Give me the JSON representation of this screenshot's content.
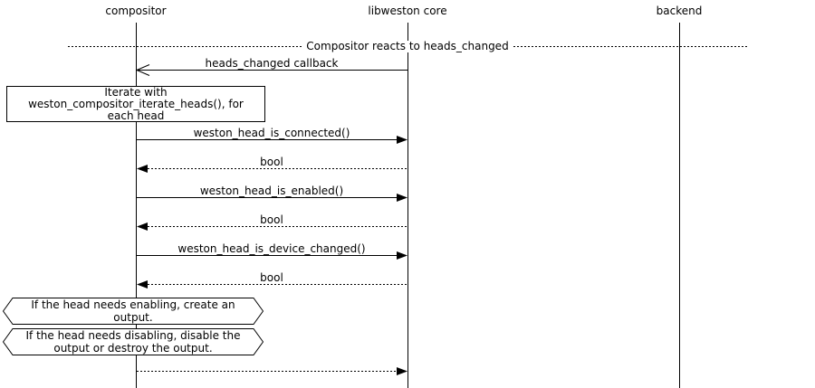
{
  "colors": {
    "background": "#ffffff",
    "line": "#000000",
    "text": "#000000"
  },
  "participants": [
    {
      "label": "compositor"
    },
    {
      "label": "libweston core"
    },
    {
      "label": "backend"
    }
  ],
  "divider": {
    "label": "Compositor reacts to heads_changed"
  },
  "messages": [
    {
      "label": "heads_changed callback",
      "from": "libweston core",
      "to": "compositor",
      "line": "solid",
      "head": "open"
    },
    {
      "label": "weston_head_is_connected()",
      "from": "compositor",
      "to": "libweston core",
      "line": "solid",
      "head": "filled"
    },
    {
      "label": "bool",
      "from": "libweston core",
      "to": "compositor",
      "line": "dotted",
      "head": "filled"
    },
    {
      "label": "weston_head_is_enabled()",
      "from": "compositor",
      "to": "libweston core",
      "line": "solid",
      "head": "filled"
    },
    {
      "label": "bool",
      "from": "libweston core",
      "to": "compositor",
      "line": "dotted",
      "head": "filled"
    },
    {
      "label": "weston_head_is_device_changed()",
      "from": "compositor",
      "to": "libweston core",
      "line": "solid",
      "head": "filled"
    },
    {
      "label": "bool",
      "from": "libweston core",
      "to": "compositor",
      "line": "dotted",
      "head": "filled"
    },
    {
      "label": "",
      "from": "compositor",
      "to": "libweston core",
      "line": "dotted",
      "head": "filled"
    }
  ],
  "notes": [
    {
      "shape": "rect",
      "lines": [
        "Iterate with",
        "weston_compositor_iterate_heads(), for",
        "each head"
      ]
    },
    {
      "shape": "hexagon",
      "lines": [
        "If the head needs enabling, create an",
        "output."
      ]
    },
    {
      "shape": "hexagon",
      "lines": [
        "If the head needs disabling, disable the",
        "output or destroy the output."
      ]
    }
  ]
}
